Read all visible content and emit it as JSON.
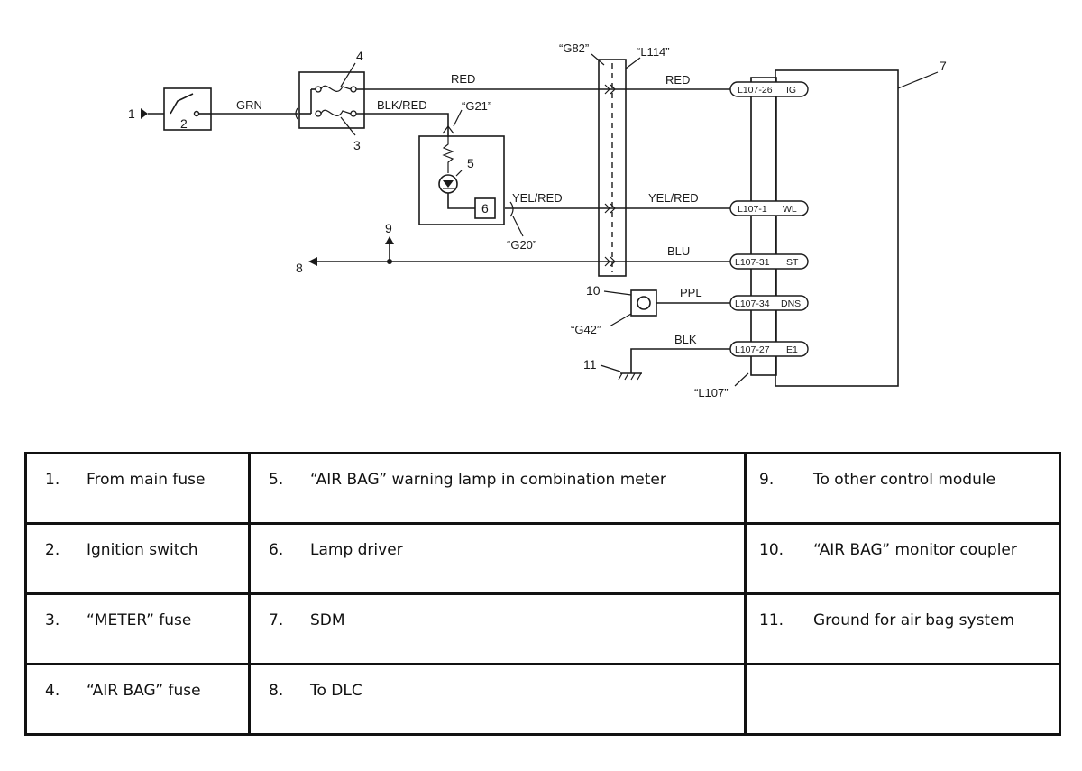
{
  "diagram": {
    "callouts": [
      "1",
      "2",
      "3",
      "4",
      "5",
      "6",
      "7",
      "8",
      "9",
      "10",
      "11"
    ],
    "wire_labels": {
      "grn": "GRN",
      "red_left": "RED",
      "blk_red": "BLK/RED",
      "yel_red_left": "YEL/RED",
      "red_right": "RED",
      "yel_red_right": "YEL/RED",
      "blu": "BLU",
      "ppl": "PPL",
      "blk": "BLK"
    },
    "connectors": {
      "g82": "“G82”",
      "l114": "“L114”",
      "g21": "“G21”",
      "g20": "“G20”",
      "g42": "“G42”",
      "l107": "“L107”"
    },
    "pins": [
      {
        "id": "L107-26",
        "fn": "IG"
      },
      {
        "id": "L107-1",
        "fn": "WL"
      },
      {
        "id": "L107-31",
        "fn": "ST"
      },
      {
        "id": "L107-34",
        "fn": "DNS"
      },
      {
        "id": "L107-27",
        "fn": "E1"
      }
    ]
  },
  "legend": [
    [
      {
        "num": "1.",
        "text": "From main fuse"
      },
      {
        "num": "5.",
        "text": "“AIR BAG” warning lamp in combination meter"
      },
      {
        "num": "9.",
        "text": "To other control module"
      }
    ],
    [
      {
        "num": "2.",
        "text": "Ignition switch"
      },
      {
        "num": "6.",
        "text": "Lamp driver"
      },
      {
        "num": "10.",
        "text": "“AIR BAG” monitor coupler"
      }
    ],
    [
      {
        "num": "3.",
        "text": "“METER” fuse"
      },
      {
        "num": "7.",
        "text": "SDM"
      },
      {
        "num": "11.",
        "text": "Ground for air bag system"
      }
    ],
    [
      {
        "num": "4.",
        "text": "“AIR BAG” fuse"
      },
      {
        "num": "8.",
        "text": "To DLC"
      },
      {
        "num": "",
        "text": ""
      }
    ]
  ]
}
